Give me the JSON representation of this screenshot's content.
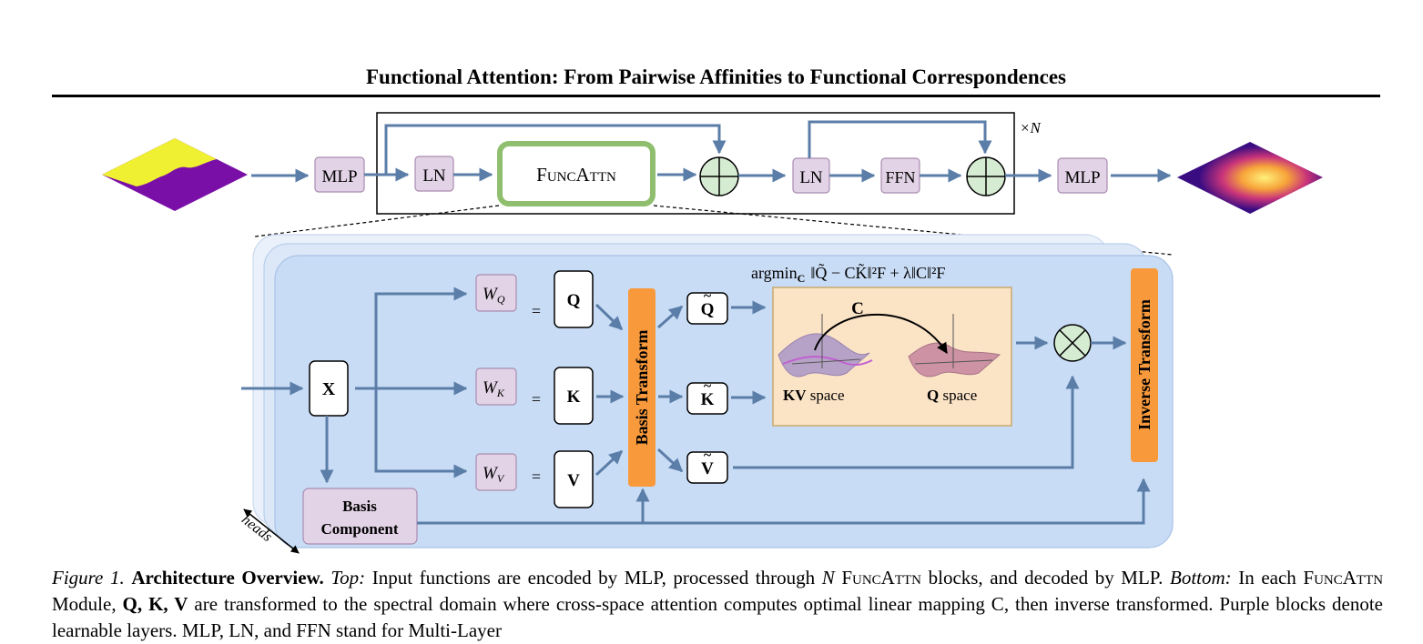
{
  "header": {
    "title": "Functional Attention: From Pairwise Affinities to Functional Correspondences"
  },
  "top": {
    "mlp_in": "MLP",
    "ln1": "LN",
    "funcattn": "FuncAttn",
    "ln2": "LN",
    "ffn": "FFN",
    "mlp_out": "MLP",
    "repeat_label": "×N"
  },
  "bottom": {
    "x": "X",
    "wq": "W",
    "wq_sub": "Q",
    "wk": "W",
    "wk_sub": "K",
    "wv": "W",
    "wv_sub": "V",
    "eq": "=",
    "q": "Q",
    "k": "K",
    "v": "V",
    "basis_transform": "Basis Transform",
    "q_tilde": "Q",
    "k_tilde": "K",
    "v_tilde": "V",
    "objective_prefix": "argmin",
    "objective_sub": "C",
    "objective_body": "‖Q̃ − CK̃‖²F + λ‖C‖²F",
    "c_label": "C",
    "kv_space_bold": "KV",
    "kv_space": " space",
    "q_space_bold": "Q",
    "q_space": " space",
    "inverse_transform": "Inverse Transform",
    "basis_component_1": "Basis",
    "basis_component_2": "Component",
    "heads": "heads"
  },
  "caption": {
    "fig": "Figure 1.",
    "title": "Architecture Overview.",
    "top_label": "Top:",
    "top_text_1": "Input functions are encoded by MLP, processed through",
    "n": "N",
    "funcattn": "FuncAttn",
    "top_text_2": "blocks, and decoded by MLP.",
    "bottom_label": "Bottom:",
    "bottom_text_1": "In each",
    "bottom_text_2": "Module,",
    "qkv": "Q, K, V",
    "bottom_text_3": "are transformed to the spectral domain where cross-space attention computes",
    "line3": "optimal linear mapping C, then inverse transformed. Purple blocks denote learnable layers. MLP, LN, and FFN stand for Multi-Layer"
  },
  "colors": {
    "purple_block": "#e3d3e6",
    "green_border": "#8fbf6e",
    "arrow": "#5b7ea8",
    "orange_bar": "#f89a3c",
    "panel_blue": "#c9dcf5",
    "mapping_bg": "#fbe3c6"
  }
}
